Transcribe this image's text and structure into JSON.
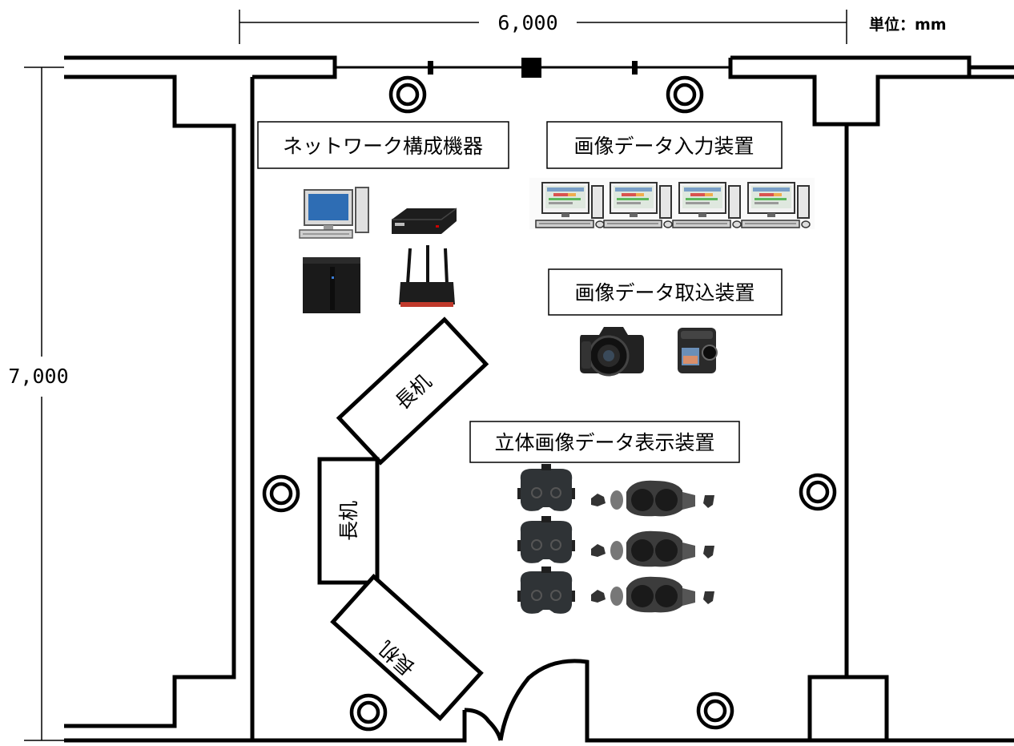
{
  "dimensions": {
    "width_label": "6,000",
    "height_label": "7,000",
    "unit_label": "単位：mm"
  },
  "zones": {
    "network": "ネットワーク構成機器",
    "image_input": "画像データ入力装置",
    "image_capture": "画像データ取込装置",
    "stereo_display": "立体画像データ表示装置"
  },
  "desks": {
    "desk_label": "長机"
  },
  "colors": {
    "wall": "#000000",
    "background": "#ffffff",
    "monitor_screen": "#2e6db4"
  },
  "icons": {
    "network": [
      "desktop-pc-icon",
      "network-switch-icon",
      "nas-server-icon",
      "wifi-router-icon"
    ],
    "input": [
      "workstation-icon",
      "workstation-icon",
      "workstation-icon",
      "workstation-icon"
    ],
    "capture": [
      "dslr-camera-icon",
      "360-camera-icon"
    ],
    "display": [
      "vr-headset-icon",
      "mr-headset-with-controllers-icon"
    ]
  }
}
